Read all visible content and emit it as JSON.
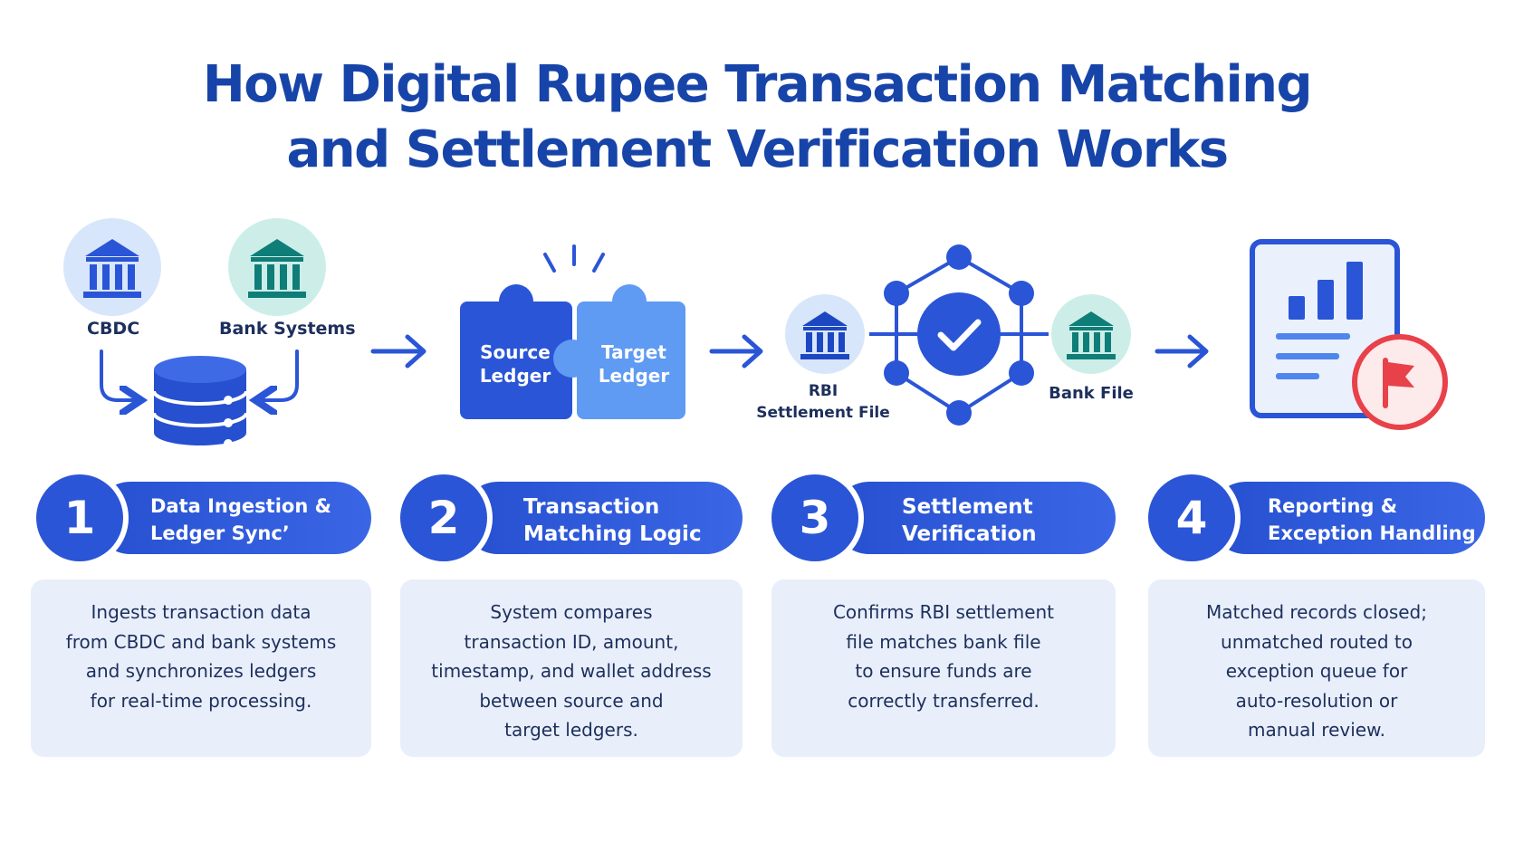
{
  "title": {
    "line1": "How Digital Rupee Transaction Matching",
    "line2": "and Settlement Verification Works"
  },
  "sources": {
    "cbdc_label": "CBDC",
    "bank_label": "Bank Systems"
  },
  "ledgers": {
    "source_label": "Source\nLedger",
    "target_label": "Target\nLedger"
  },
  "verification": {
    "rbi_label": "RBI\nSettlement File",
    "bank_file_label": "Bank File"
  },
  "colors": {
    "title": "#1744a8",
    "primary": "#2a55d6",
    "light_blue": "#d8e6fb",
    "teal_bg": "#cdeee8",
    "teal": "#0f7d78",
    "card_bg": "#e8effb",
    "flag_red": "#e8414a"
  },
  "icons": [
    "bank-icon",
    "database-icon",
    "puzzle-icon",
    "network-check-icon",
    "report-chart-icon",
    "flag-icon",
    "arrow-right-icon"
  ],
  "steps": [
    {
      "number": "1",
      "title": "Data Ingestion &\nLedger Sync’",
      "description": "Ingests transaction data\nfrom CBDC and bank systems\nand synchronizes ledgers\nfor real-time processing."
    },
    {
      "number": "2",
      "title": "Transaction\nMatching Logic",
      "description": "System compares\ntransaction ID, amount,\ntimestamp, and wallet address\nbetween source and\ntarget ledgers."
    },
    {
      "number": "3",
      "title": "Settlement\nVerification",
      "description": "Confirms RBI settlement\nfile matches bank file\nto ensure funds are\ncorrectly transferred."
    },
    {
      "number": "4",
      "title": "Reporting &\nException Handling",
      "description": "Matched records closed;\nunmatched routed to\nexception queue for\nauto-resolution or\nmanual review."
    }
  ]
}
